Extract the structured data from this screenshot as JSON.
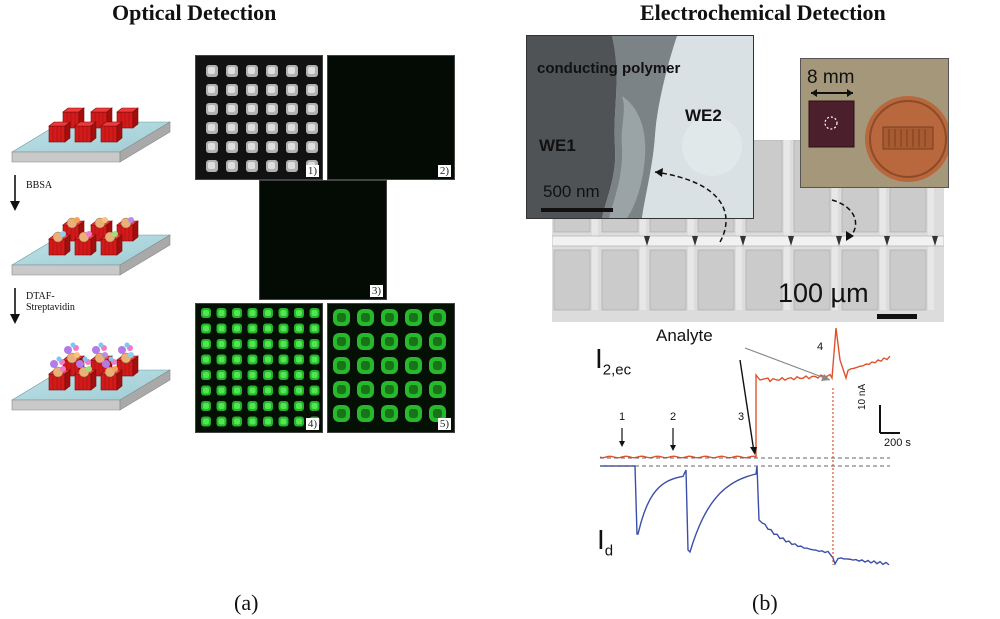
{
  "figure": {
    "left_title": "Optical Detection",
    "right_title": "Electrochemical Detection",
    "caption_a": "(a)",
    "caption_b": "(b)"
  },
  "optical": {
    "steps": [
      "BBSA",
      "DTAF-\nStreptavidin"
    ],
    "panel_labels": [
      "1)",
      "2)",
      "3)",
      "4)",
      "5)"
    ]
  },
  "electro": {
    "sem_labels": {
      "polymer": "conducting polymer",
      "we1": "WE1",
      "we2": "WE2",
      "scale": "500 nm"
    },
    "chip_label": "8 mm",
    "micro_scale": "100 µm",
    "analyte": "Analyte",
    "trace_top_label": "I",
    "trace_top_sub": "2,ec",
    "trace_bottom_label": "I",
    "trace_bottom_sub": "d",
    "markers": [
      "1",
      "2",
      "3",
      "4"
    ],
    "scalebar_y": "10 nA",
    "scalebar_x": "200 s"
  },
  "colors": {
    "red_trace": "#e0522b",
    "blue_trace": "#3a4fa8",
    "analyte_text": "#9b2a20",
    "green_spot": "#36d63a"
  }
}
